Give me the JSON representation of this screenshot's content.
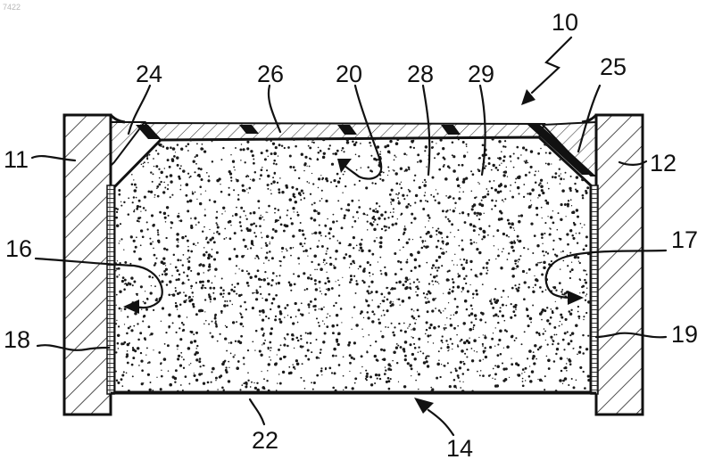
{
  "figure": {
    "corner_id": "7422",
    "labels": {
      "l10": "10",
      "l11": "11",
      "l12": "12",
      "l14": "14",
      "l16": "16",
      "l17": "17",
      "l18": "18",
      "l19": "19",
      "l20": "20",
      "l22": "22",
      "l24": "24",
      "l25": "25",
      "l26": "26",
      "l28": "28",
      "l29": "29"
    }
  }
}
